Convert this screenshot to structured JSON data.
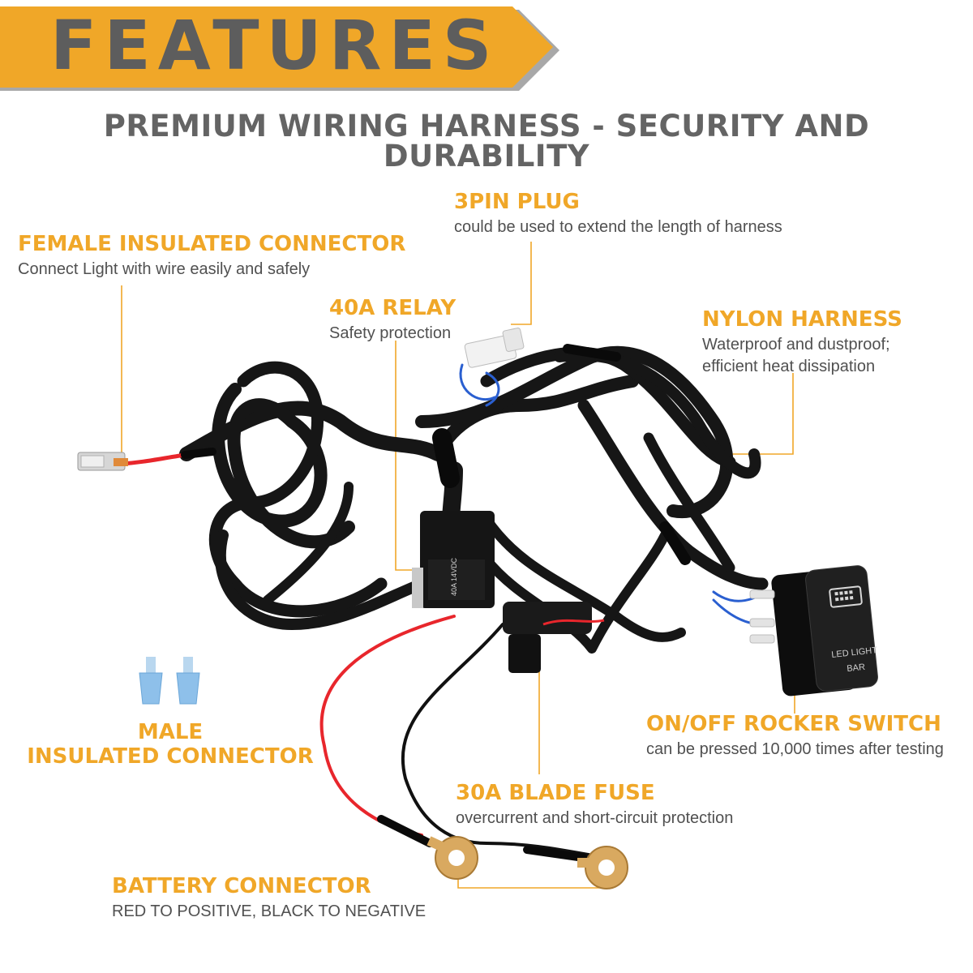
{
  "banner": {
    "title": "FEATURES",
    "color": "#f0a728"
  },
  "subtitle": "PREMIUM WIRING HARNESS - SECURITY AND DURABILITY",
  "callouts": {
    "female_connector": {
      "title": "FEMALE INSULATED CONNECTOR",
      "desc": "Connect Light with wire easily and safely"
    },
    "relay": {
      "title": "40A RELAY",
      "desc": "Safety protection"
    },
    "plug": {
      "title": "3PIN PLUG",
      "desc": "could be used to extend the length of harness"
    },
    "nylon": {
      "title": "NYLON HARNESS",
      "desc_line1": "Waterproof and dustproof;",
      "desc_line2": "efficient heat dissipation"
    },
    "male_connector": {
      "title_line1": "MALE",
      "title_line2": "INSULATED CONNECTOR"
    },
    "rocker": {
      "title": "ON/OFF ROCKER SWITCH",
      "desc": "can be pressed 10,000 times after testing"
    },
    "fuse": {
      "title": "30A BLADE FUSE",
      "desc": "overcurrent and short-circuit protection"
    },
    "battery": {
      "title": "BATTERY CONNECTOR",
      "desc": "RED TO POSITIVE, BLACK TO NEGATIVE"
    }
  },
  "switch_label": {
    "line1": "LED LIGHT",
    "line2": "BAR"
  },
  "colors": {
    "accent": "#f0a728",
    "heading": "#5d5d5d",
    "wire_red": "#e8262c",
    "cable": "#141414"
  }
}
